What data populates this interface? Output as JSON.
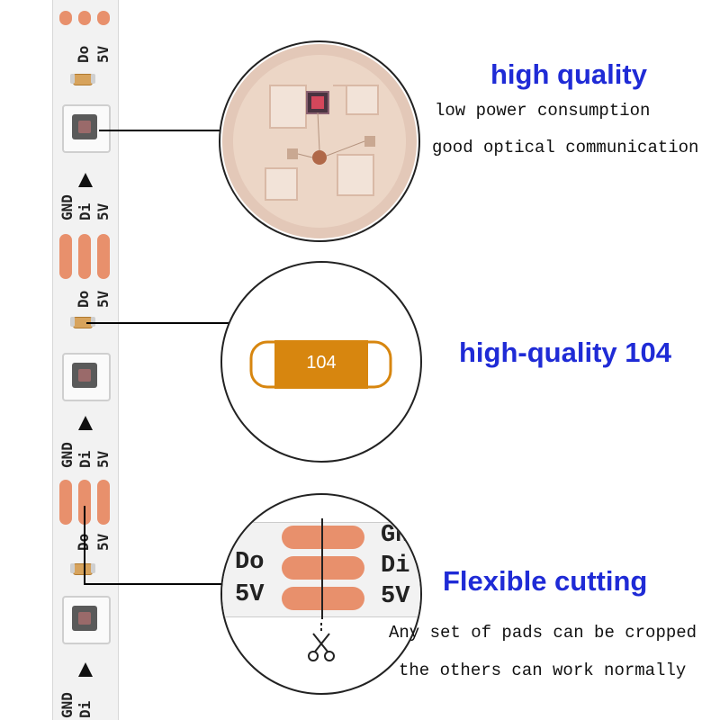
{
  "strip": {
    "label_do": "Do",
    "label_5v": "5V",
    "label_gnd": "GND",
    "label_di": "Di"
  },
  "features": [
    {
      "heading": "high quality",
      "lines": [
        "low power consumption",
        "good optical communication"
      ]
    },
    {
      "heading": "high-quality 104",
      "component_label": "104"
    },
    {
      "heading": "Flexible cutting",
      "lines": [
        "Any set of pads can be cropped",
        "the others can work normally"
      ],
      "pad_labels": [
        "Do",
        "5V",
        "GND",
        "Di",
        "5V"
      ]
    }
  ],
  "colors": {
    "heading": "#1f2bd6",
    "pad": "#e8906c",
    "capacitor": "#d7860f"
  }
}
